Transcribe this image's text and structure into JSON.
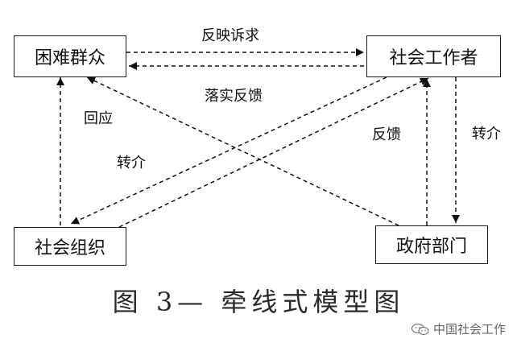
{
  "nodes": {
    "needy_people": "困难群众",
    "social_worker": "社会工作者",
    "social_organization": "社会组织",
    "government_department": "政府部门"
  },
  "edge_labels": {
    "reflect_demands": "反映诉求",
    "implement_feedback": "落实反馈",
    "respond": "回应",
    "refer_left": "转介",
    "feedback": "反馈",
    "refer_right": "转介"
  },
  "caption": "图 3— 牵线式模型图",
  "watermark": {
    "icon": "wechat-icon",
    "text": "中国社会工作"
  }
}
